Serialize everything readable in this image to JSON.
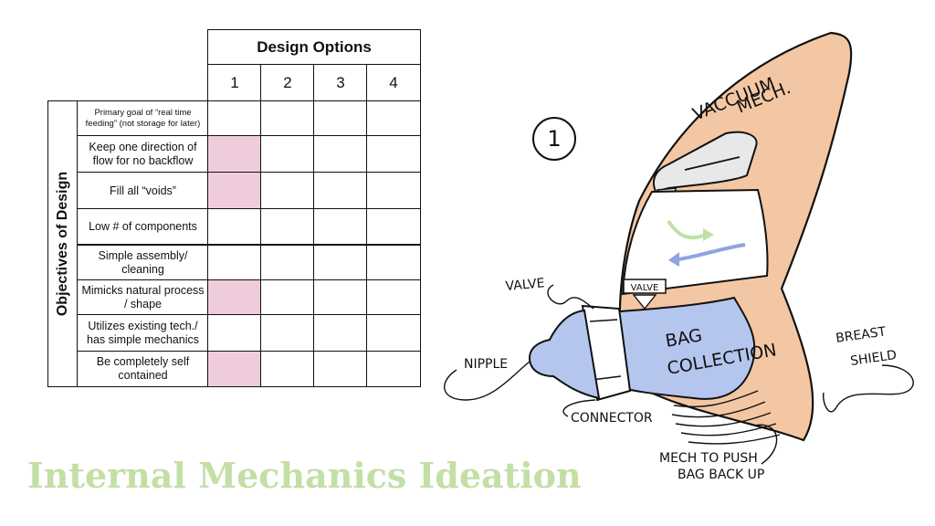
{
  "matrix": {
    "header": "Design Options",
    "options": [
      "1",
      "2",
      "3",
      "4"
    ],
    "side_label": "Objectives of Design",
    "objectives": [
      {
        "label": "Primary goal of “real time feeding” (not storage for later)",
        "marked": [
          false,
          false,
          false,
          false
        ]
      },
      {
        "label": "Keep one direction of flow for no backflow",
        "marked": [
          true,
          false,
          false,
          false
        ]
      },
      {
        "label": "Fill all “voids”",
        "marked": [
          true,
          false,
          false,
          false
        ]
      },
      {
        "label": "Low # of components",
        "marked": [
          false,
          false,
          false,
          false
        ]
      },
      {
        "label": "Simple assembly/ cleaning",
        "marked": [
          false,
          false,
          false,
          false
        ]
      },
      {
        "label": "Mimicks natural process / shape",
        "marked": [
          true,
          false,
          false,
          false
        ]
      },
      {
        "label": "Utilizes existing tech./ has simple mechanics",
        "marked": [
          false,
          false,
          false,
          false
        ]
      },
      {
        "label": "Be completely self contained",
        "marked": [
          true,
          false,
          false,
          false
        ]
      }
    ],
    "mark_color": "#efccdb"
  },
  "sketch": {
    "number": "1",
    "labels": {
      "vacuum_line1": "VACCUUM",
      "vacuum_line2": "MECH.",
      "valve_tag": "VALVE",
      "valve": "VALVE",
      "bag_line1": "BAG",
      "bag_line2": "COLLECTION",
      "nipple": "NIPPLE",
      "connector": "CONNECTOR",
      "breast_line1": "BREAST",
      "breast_line2": "SHIELD",
      "mech_line1": "MECH TO PUSH",
      "mech_line2": "BAG BACK UP"
    },
    "colors": {
      "shell": "#f3c7a3",
      "bag": "#b4c5ee",
      "arrow_green": "#bde1a4",
      "arrow_blue": "#8fa5de",
      "light_green": "#d8eec6"
    }
  },
  "title": "Internal Mechanics Ideation",
  "title_color": "#c3dfa5"
}
